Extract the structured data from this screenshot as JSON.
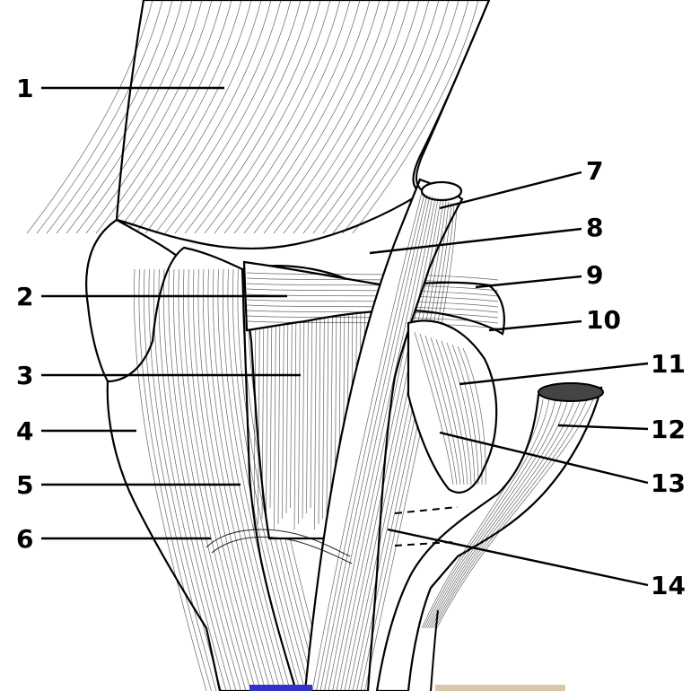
{
  "figure": {
    "labels": [
      {
        "id": 1,
        "text": "1"
      },
      {
        "id": 2,
        "text": "2"
      },
      {
        "id": 3,
        "text": "3"
      },
      {
        "id": 4,
        "text": "4"
      },
      {
        "id": 5,
        "text": "5"
      },
      {
        "id": 6,
        "text": "6"
      },
      {
        "id": 7,
        "text": "7"
      },
      {
        "id": 8,
        "text": "8"
      },
      {
        "id": 9,
        "text": "9"
      },
      {
        "id": 10,
        "text": "10"
      },
      {
        "id": 11,
        "text": "11"
      },
      {
        "id": 12,
        "text": "12"
      },
      {
        "id": 13,
        "text": "13"
      },
      {
        "id": 14,
        "text": "14"
      }
    ]
  },
  "colors": {
    "ink": "#000000",
    "paper": "#ffffff",
    "bottom_tab_blue": "#3232c8",
    "bottom_tab_tan": "#d8c8a8"
  }
}
